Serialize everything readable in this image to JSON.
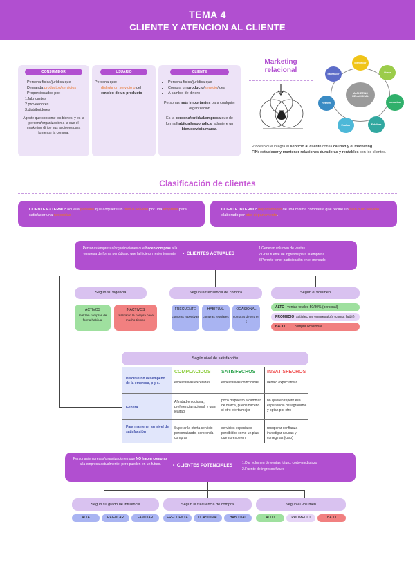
{
  "header": {
    "title": "TEMA 4",
    "subtitle": "CLIENTE Y ATENCION AL CLIENTE"
  },
  "intro": {
    "consumidor": {
      "label": "CONSUMIDOR",
      "items": [
        "Persona física/jurídica que",
        "Demanda productos/servicios",
        "Proporcionados por:"
      ],
      "sub": [
        "1.fabricantes",
        "2.proveedores",
        "3.distribuidores"
      ],
      "note": "Agente que consume los bienes, y es la persona/organización a la que el marketing dirige sus acciones para fomentar la compra."
    },
    "usuario": {
      "label": "USUARIO",
      "lead": "Persona que:",
      "items": [
        "disfruta un servicio o del",
        "empleo de un producto"
      ]
    },
    "cliente": {
      "label": "CLIENTE",
      "items": [
        "Persona física/jurídica que",
        "Compra un producto/servicio/idea",
        "A cambio de dinero"
      ],
      "p1": "Personas más importantes para cualquier organización",
      "p2": "Es la persona/entidad/empresa que de forma habitual/esporádica, adquiere un bien/servicio/marca."
    }
  },
  "marketing": {
    "title": "Marketing relacional",
    "cycle_center": "MARKETING RELACIONAL",
    "cycle_items": [
      "Identificar",
      "Atraer",
      "Interactuar",
      "Fidelizar",
      "Evaluar",
      "Retener",
      "Satisfacer"
    ],
    "process": "Proceso que integra al servicio al cliente con la calidad y el marketing.",
    "fin": "FIN: establecer y mantener relaciones duraderas y rentables con los clientes."
  },
  "clasificacion": {
    "title": "Clasificación de clientes",
    "externo": "CLIENTE EXTERNO: aquella persona que adquiere un bien o servicio por una empresa para satisfacer una necesidad",
    "interno": "CLIENTE INTERNO: departamento de una misma compañía que recibe un bien o un servicio elaborado por otro departamento."
  },
  "actuales": {
    "left": "Personas/empresas/organizaciones que hacen compras a la empresa de forma periódica o que la hicieron recientemente.",
    "title": "CLIENTES ACTUALES",
    "right": [
      "1.Generan volumen de ventas",
      "2.Gran fuente de ingresos para la empresa",
      "3.Permite tener participación en el mercado"
    ],
    "vigencia": {
      "title": "Según su vigencia",
      "activos_t": "ACTIVOS",
      "activos_d": "realizan compras de forma habitual",
      "inactivos_t": "INACTIVOS",
      "inactivos_d": "realizaron la compra hace mucho tiempo"
    },
    "frecuencia": {
      "title": "Según la frecuencia de compra",
      "items": [
        {
          "t": "FRECUENTE",
          "d": "compras repetitivas"
        },
        {
          "t": "HABITUAL",
          "d": "compras regulares"
        },
        {
          "t": "OCASIONAL",
          "d": "compras de vez en c"
        }
      ]
    },
    "volumen": {
      "title": "Según el volumen",
      "alto_t": "ALTO",
      "alto_d": "ventas totales 50/80% (personal)",
      "prom_t": "PROMEDIO",
      "prom_d": "satisfechos empresa/p/s (comp. habit)",
      "bajo_t": "BAJO",
      "bajo_d": "compra ocasional"
    },
    "satisfaccion": {
      "title": "Según nivel de satisfacción",
      "cols": [
        "COMPLACIDOS",
        "SATISFECHOS",
        "INSATISFECHOS"
      ],
      "rows": [
        {
          "h": "Percibieron desempeño de la empresa, p y s.",
          "c": [
            "expectativas excedidas",
            "expectativas coincididas",
            "debajo expectativas"
          ]
        },
        {
          "h": "Genera",
          "c": [
            "Afinidad emocional, preferencia racional, y gran lealtad",
            "poco dispuesto a cambiar de marca, puede hacerlo si otro oferta mejor",
            "no quieren repetir esa experiencia desagradable y optan por otro"
          ]
        },
        {
          "h": "Para mantener su nivel de satisfacción",
          "c": [
            "Superar la oferta servicio personalizado, sorprenda comprar",
            "servicios especiales percibidos como un plus que no esperen",
            "recuperar confianza investigar causas y corregirlas (caro)"
          ]
        }
      ]
    }
  },
  "potenciales": {
    "left": "Personas/empresas/organizaciones que NO hacen compras a la empresa actualmente, pero pueden en un futuro.",
    "title": "CLIENTES POTENCIALES",
    "right": [
      "1.Dar volumen de ventas futuro, corto-med plazo",
      "2.Fuente de ingresos futuro"
    ],
    "influencia": {
      "title": "Según su grado de influencia",
      "items": [
        "ALTA",
        "REGULAR",
        "FAMILIAR"
      ]
    },
    "frecuencia": {
      "title": "Según la frecuencia de compra",
      "items": [
        "FRECUENTE",
        "OCASIONAL",
        "HABITUAL"
      ]
    },
    "volumen": {
      "title": "Según el volumen",
      "items": [
        "ALTO",
        "PROMEDIO",
        "BAJO"
      ]
    }
  },
  "colors": {
    "accent": "#b14fd0",
    "light": "#ede3f7",
    "blue": "#a9b4f2",
    "green": "#9fe09f",
    "salmon": "#f18080"
  }
}
